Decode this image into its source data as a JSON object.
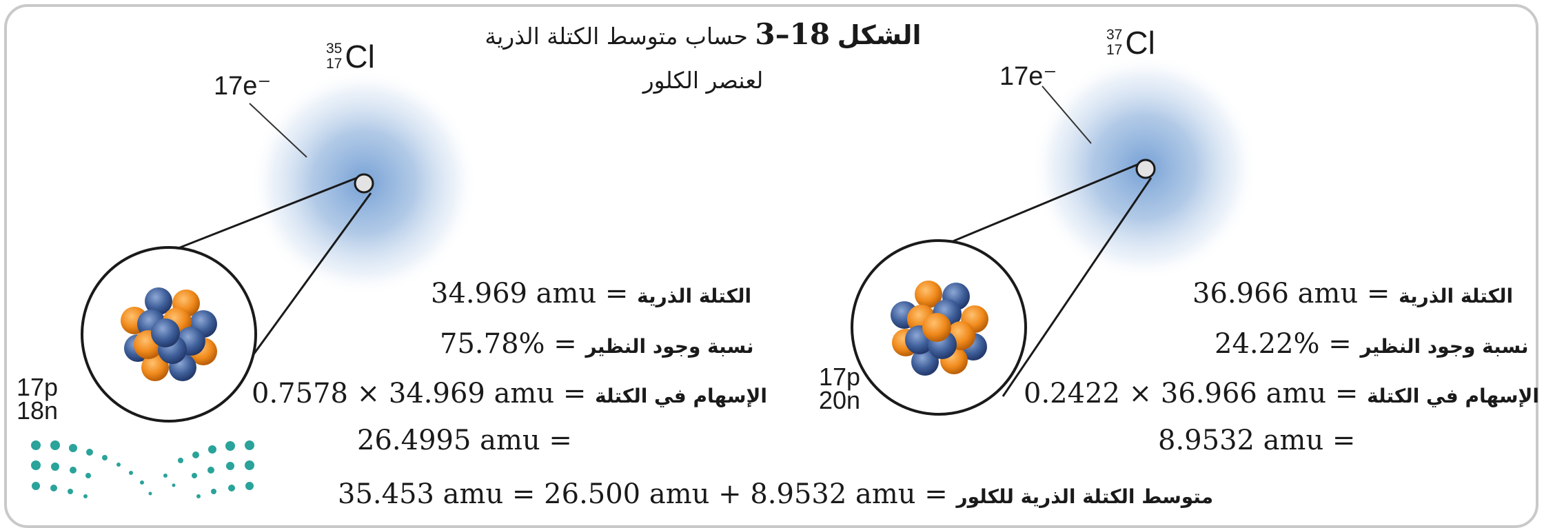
{
  "figure": {
    "label": "الشكل",
    "number": "18–3",
    "title_line1": "حساب متوسط الكتلة الذرية",
    "title_line2": "لعنصر الكلور"
  },
  "left_atom": {
    "mass_number": "35",
    "atomic_number": "17",
    "symbol": "Cl",
    "electrons": "17e⁻",
    "protons": "17p",
    "neutrons": "18n",
    "mass_label": "الكتلة الذرية",
    "mass_value": "34.969 amu",
    "abundance_label": "نسبة وجود النظير",
    "abundance_value": "75.78%",
    "contribution_label": "الإسهام في الكتلة",
    "contribution_expr": "0.7578 × 34.969 amu",
    "contribution_result": "26.4995 amu"
  },
  "right_atom": {
    "mass_number": "37",
    "atomic_number": "17",
    "symbol": "Cl",
    "electrons": "17e⁻",
    "protons": "17p",
    "neutrons": "20n",
    "mass_label": "الكتلة الذرية",
    "mass_value": "36.966 amu",
    "abundance_label": "نسبة وجود النظير",
    "abundance_value": "24.22%",
    "contribution_label": "الإسهام في الكتلة",
    "contribution_expr": "0.2422 × 36.966 amu",
    "contribution_result": "8.9532 amu"
  },
  "average": {
    "label": "متوسط الكتلة الذرية للكلور",
    "expression": "26.500 amu + 8.9532 amu",
    "result": "35.453 amu"
  },
  "colors": {
    "proton": "#f08a1c",
    "neutron": "#3f5f9a",
    "cloud": "#7ea6d6",
    "logo": "#2aa39a"
  }
}
